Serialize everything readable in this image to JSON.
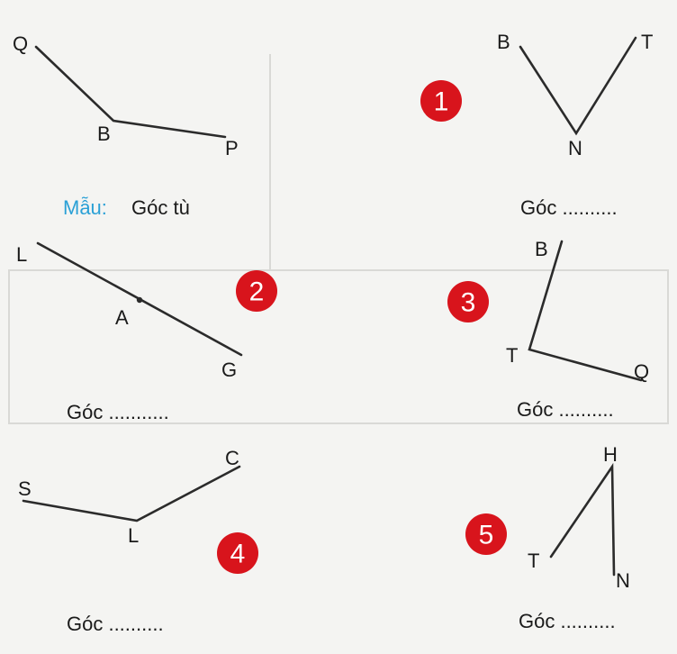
{
  "colors": {
    "badge": "#d8141c",
    "example_label": "#2aa0d6",
    "ink": "#2b2b2b"
  },
  "example": {
    "prefix": "Mẫu:",
    "answer": "Góc tù"
  },
  "angles": [
    {
      "caption": "",
      "badge": "",
      "labels": {
        "a": "Q",
        "vertex": "B",
        "b": "P"
      }
    },
    {
      "caption": "Góc ..........",
      "badge": "1",
      "labels": {
        "a": "B",
        "vertex": "N",
        "b": "T"
      }
    },
    {
      "caption": "Góc ...........",
      "badge": "2",
      "labels": {
        "a": "L",
        "vertex": "A",
        "b": "G"
      }
    },
    {
      "caption": "Góc ..........",
      "badge": "3",
      "labels": {
        "a": "B",
        "vertex": "T",
        "b": "Q"
      }
    },
    {
      "caption": "Góc ..........",
      "badge": "4",
      "labels": {
        "a": "S",
        "vertex": "L",
        "b": "C"
      }
    },
    {
      "caption": "Góc ..........",
      "badge": "5",
      "labels": {
        "a": "H",
        "vertex": "T",
        "b": "N"
      }
    }
  ]
}
